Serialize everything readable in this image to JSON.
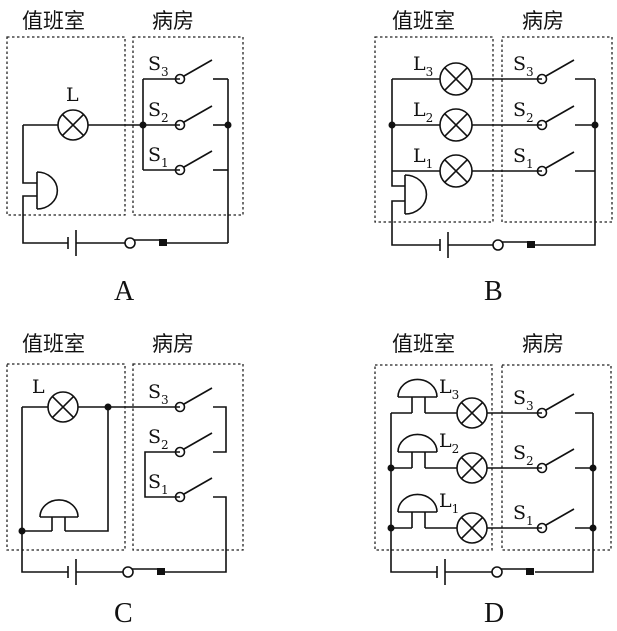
{
  "rooms": {
    "duty_room": "值班室",
    "ward": "病房"
  },
  "options": [
    {
      "letter": "A",
      "lamp": "L",
      "switches": [
        "S",
        "S",
        "S"
      ],
      "subs": [
        "3",
        "2",
        "1"
      ]
    },
    {
      "letter": "B",
      "lamps": [
        "L",
        "L",
        "L"
      ],
      "lamp_subs": [
        "3",
        "2",
        "1"
      ],
      "switches": [
        "S",
        "S",
        "S"
      ],
      "subs": [
        "3",
        "2",
        "1"
      ]
    },
    {
      "letter": "C",
      "lamp": "L",
      "switches": [
        "S",
        "S",
        "S"
      ],
      "subs": [
        "3",
        "2",
        "1"
      ]
    },
    {
      "letter": "D",
      "lamps": [
        "L",
        "L",
        "L"
      ],
      "lamp_subs": [
        "3",
        "2",
        "1"
      ],
      "switches": [
        "S",
        "S",
        "S"
      ],
      "subs": [
        "3",
        "2",
        "1"
      ]
    }
  ]
}
